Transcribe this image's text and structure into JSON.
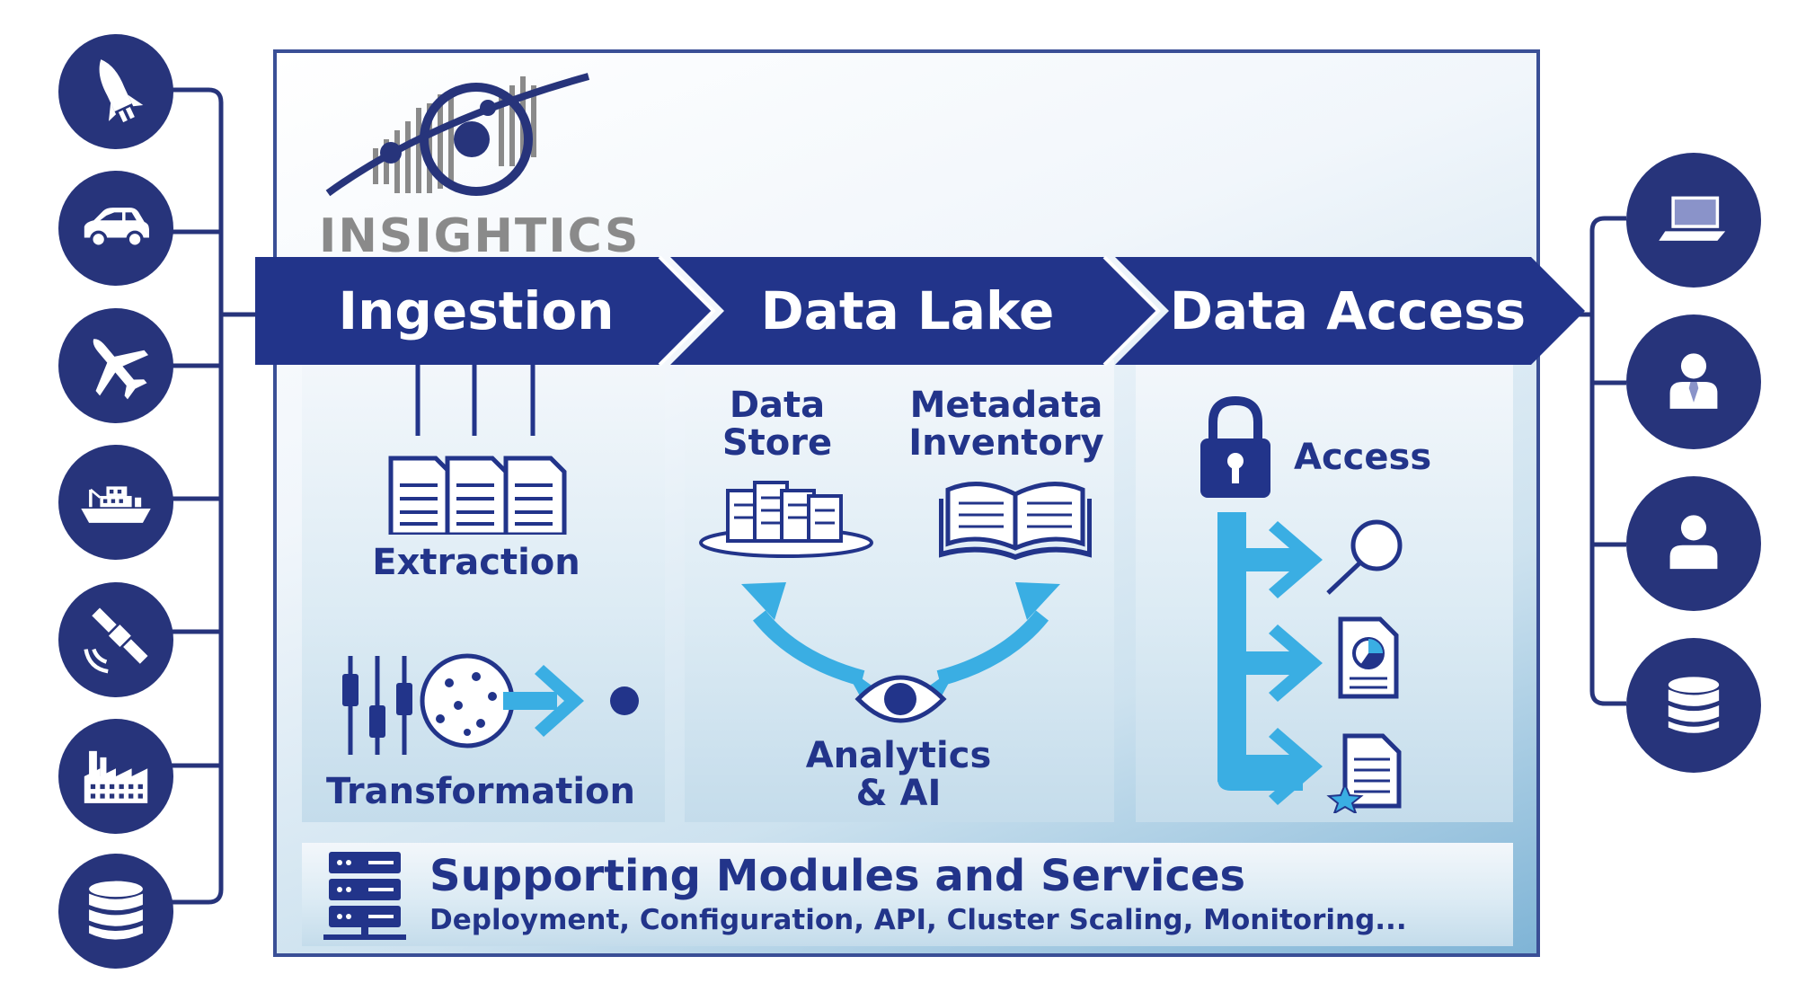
{
  "logo": {
    "name": "INSIGHTICS"
  },
  "banner": {
    "stages": [
      "Ingestion",
      "Data Lake",
      "Data Access"
    ]
  },
  "ingestion": {
    "extraction": "Extraction",
    "transformation": "Transformation"
  },
  "data_lake": {
    "data_store": "Data\nStore",
    "metadata_inventory": "Metadata\nInventory",
    "analytics": "Analytics\n& AI"
  },
  "data_access": {
    "access": "Access"
  },
  "supporting": {
    "title": "Supporting Modules and Services",
    "subtitle": "Deployment, Configuration, API, Cluster Scaling, Monitoring..."
  },
  "sources": [
    "rocket-icon",
    "car-icon",
    "airplane-icon",
    "ship-icon",
    "satellite-icon",
    "factory-icon",
    "database-icon"
  ],
  "consumers": [
    "laptop-icon",
    "business-user-icon",
    "user-icon",
    "database-icon"
  ],
  "colors": {
    "navy": "#27347b",
    "banner": "#22348a",
    "arrow_blue": "#3aaee3",
    "text_blue": "#22348a"
  }
}
